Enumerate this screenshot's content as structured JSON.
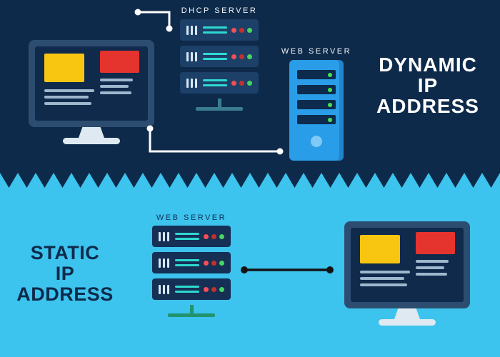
{
  "top_section": {
    "dhcp_server_label": "DHCP SERVER",
    "web_server_label": "WEB SERVER",
    "heading_lines": [
      "DYNAMIC",
      "IP",
      "ADDRESS"
    ]
  },
  "bottom_section": {
    "web_server_label": "WEB SERVER",
    "heading_lines": [
      "STATIC",
      "IP",
      "ADDRESS"
    ]
  },
  "palette": {
    "top_bg": "#0e2a4a",
    "bottom_bg": "#3cc3ee",
    "heading_light": "#ffffff",
    "heading_dark": "#0e2a4a",
    "label_light": "#f2f6fa",
    "label_dark": "#123156",
    "monitor_bezel": "#2d4d70",
    "monitor_screen": "#102a4c",
    "monitor_stand": "#dee9f1",
    "panel_yellow": "#f8c511",
    "panel_red": "#e5342e",
    "screen_line": "#b9d0e4",
    "server_unit": "#1d4068",
    "server_unit_dark": "#152f55",
    "server_bar": "#d6e7f3",
    "server_teal": "#2edad0",
    "dot_red": "#f25056",
    "dot_red2": "#c4302e",
    "dot_green": "#45d65f",
    "rack_stand_top": "#3a7d92",
    "rack_stand_bottom": "#22936f",
    "tower_blue": "#2a9de8",
    "tower_slot": "#0d2b4d",
    "tower_led": "#43e05a",
    "tower_circle": "#7fc9f4",
    "connector_light": "#ffffff",
    "connector_dark": "#131313"
  }
}
